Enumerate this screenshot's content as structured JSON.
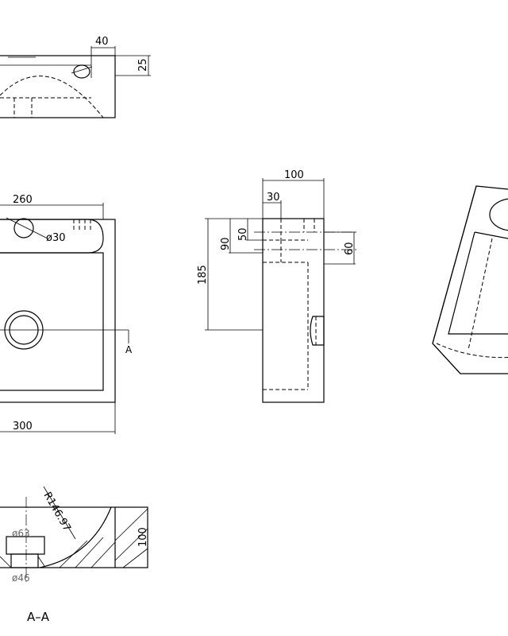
{
  "dimensions": {
    "top_view_width": "40",
    "top_view_height": "25",
    "front_view_width_top": "260",
    "front_view_hole": "ø30",
    "front_view_width_bottom": "300",
    "front_view_section_mark": "A",
    "side_view_width": "100",
    "side_view_offset": "30",
    "side_view_height_total": "185",
    "side_view_height_90": "90",
    "side_view_height_50": "50",
    "side_view_height_60": "60",
    "section_radius": "R146.97",
    "section_diameter_top": "ø63",
    "section_diameter_bottom": "ø46",
    "section_height": "100"
  },
  "section_title": "A–A"
}
